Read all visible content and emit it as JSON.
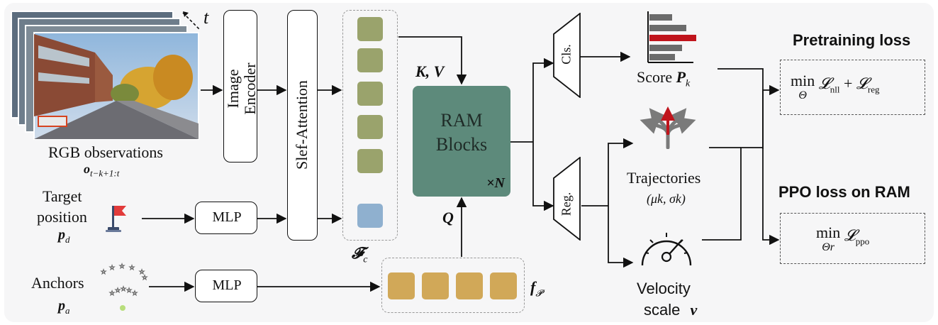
{
  "inputs": {
    "rgb_label": "RGB observations",
    "rgb_symbol": "o",
    "rgb_subscript": "t−k+1:t",
    "time_symbol": "t",
    "target_line1": "Target",
    "target_line2": "position",
    "target_symbol": "p",
    "target_subscript": "d",
    "anchors_label": "Anchors",
    "anchors_symbol": "p",
    "anchors_subscript": "a"
  },
  "modules": {
    "image_encoder_line1": "Image",
    "image_encoder_line2": "Encoder",
    "self_attention": "Slef-Attention",
    "mlp_target": "MLP",
    "mlp_anchors": "MLP",
    "ram_line1": "RAM",
    "ram_line2": "Blocks",
    "ram_repeat": "×N",
    "cls_head": "Cls.",
    "reg_head": "Reg."
  },
  "features": {
    "context_symbol": "𝓕",
    "context_subscript": "c",
    "query_symbol": "f",
    "query_subscript": "𝓟",
    "kv_label": "K, V",
    "q_label": "Q"
  },
  "outputs": {
    "score_word": "Score",
    "score_symbol": "P",
    "score_subscript": "k",
    "trajectories_label": "Trajectories",
    "trajectories_params": "(μk, σk)",
    "velocity_line1": "Velocity",
    "velocity_line2": "scale",
    "velocity_symbol": "v"
  },
  "losses": {
    "pretraining_title": "Pretraining loss",
    "pretraining_formula": "min Θ 𝓛nll + 𝓛reg",
    "pretraining_min": "min",
    "pretraining_sub": "Θ",
    "pretraining_terms": "𝓛",
    "ppo_title": "PPO loss on RAM",
    "ppo_min": "min",
    "ppo_sub": "Θr",
    "ppo_term": "𝓛"
  },
  "colors": {
    "context_feature": "#9aa36c",
    "target_feature": "#8fb0cf",
    "query_feature": "#d1a858",
    "ram_block": "#5d8a7b",
    "score_highlight": "#c0141c",
    "score_bars": "#6b6b6b",
    "trajectory_arrows": "#7a7a7a",
    "trajectory_highlight": "#c0141c"
  },
  "icons": [
    "camera-frames-image",
    "red-flag-icon",
    "anchor-dots-icon",
    "score-bar-chart-icon",
    "trajectory-arrows-icon",
    "speedometer-icon"
  ]
}
